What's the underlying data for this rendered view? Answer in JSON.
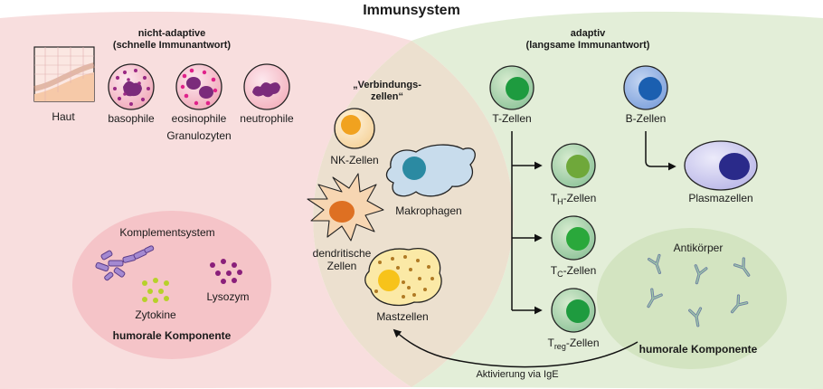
{
  "title": "Immunsystem",
  "innate": {
    "heading_line1": "nicht-adaptive",
    "heading_line2": "(schnelle Immunantwort)",
    "skin_label": "Haut",
    "basophil_label": "basophile",
    "eosinophil_label": "eosinophile",
    "neutrophil_label": "neutrophile",
    "granulocytes_label": "Granulozyten",
    "humoral": {
      "complement_label": "Komplementsystem",
      "cytokines_label": "Zytokine",
      "lysozyme_label": "Lysozym",
      "component_label": "humorale Komponente"
    }
  },
  "bridge": {
    "heading_line1": "„Verbindungs-",
    "heading_line2": "zellen“",
    "nk_label": "NK-Zellen",
    "macrophage_label": "Makrophagen",
    "dendritic_line1": "dendritische",
    "dendritic_line2": "Zellen",
    "mast_label": "Mastzellen"
  },
  "adaptive": {
    "heading_line1": "adaptiv",
    "heading_line2": "(langsame Immunantwort)",
    "t_cells_label": "T-Zellen",
    "b_cells_label": "B-Zellen",
    "plasma_label": "Plasmazellen",
    "th_main": "T",
    "th_sub": "H",
    "th_suffix": "-Zellen",
    "tc_main": "T",
    "tc_sub": "C",
    "tc_suffix": "-Zellen",
    "treg_main": "T",
    "treg_sub": "reg",
    "treg_suffix": "-Zellen",
    "humoral": {
      "antibody_label": "Antikörper",
      "component_label": "humorale Komponente"
    }
  },
  "activation_label": "Aktivierung via IgE",
  "colors": {
    "innate_zone": "#f8dede",
    "adaptive_zone": "#e3eed8",
    "overlap_zone": "#ece0cf",
    "innate_humoral": "#f5c4c8",
    "adaptive_humoral": "#d3e4c1"
  }
}
